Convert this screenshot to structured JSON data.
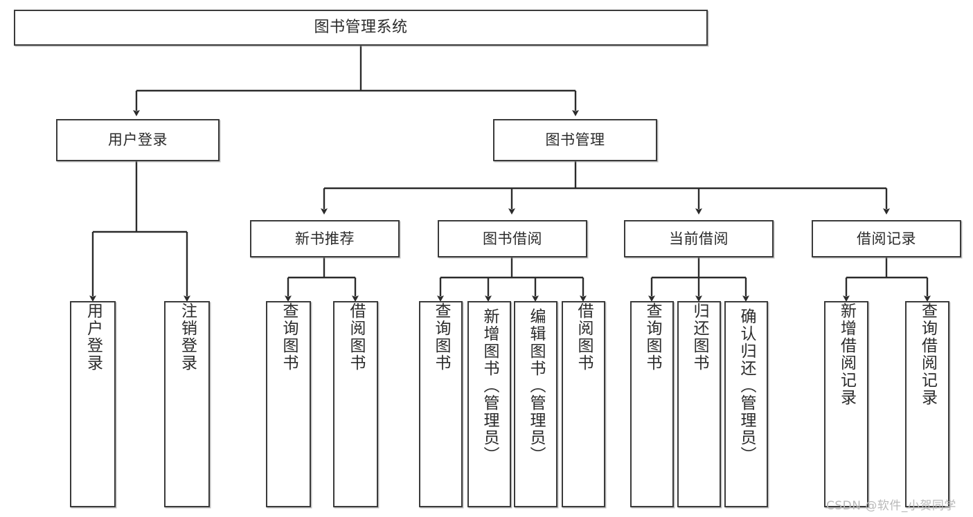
{
  "diagram": {
    "title": "图书管理系统",
    "type": "tree-hierarchy",
    "watermark": "CSDN @软件_小贺同学",
    "colors": {
      "box_border": "#3a3a3a",
      "box_fill": "#ffffff",
      "text": "#2b2b2b",
      "wire": "#2b2b2b",
      "watermark": "#b9b9b9",
      "background": "#ffffff"
    },
    "root": {
      "label": "图书管理系统"
    },
    "level2": [
      {
        "id": "user-login",
        "label": "用户登录"
      },
      {
        "id": "book-manage",
        "label": "图书管理"
      }
    ],
    "level3": [
      {
        "id": "new-book-recommend",
        "label": "新书推荐"
      },
      {
        "id": "book-borrow",
        "label": "图书借阅"
      },
      {
        "id": "current-borrow",
        "label": "当前借阅"
      },
      {
        "id": "borrow-record",
        "label": "借阅记录"
      }
    ],
    "leaves": {
      "user_login": [
        {
          "id": "leaf-user-login",
          "label": "用户登录"
        },
        {
          "id": "leaf-logout-login",
          "label": "注销登录"
        }
      ],
      "new_book_recommend": [
        {
          "id": "leaf-query-book-1",
          "label": "查询图书"
        },
        {
          "id": "leaf-borrow-book-1",
          "label": "借阅图书"
        }
      ],
      "book_borrow": [
        {
          "id": "leaf-query-book-2",
          "label": "查询图书"
        },
        {
          "id": "leaf-add-book",
          "label": "新增图书（管理员）"
        },
        {
          "id": "leaf-edit-book",
          "label": "编辑图书（管理员）"
        },
        {
          "id": "leaf-borrow-book-2",
          "label": "借阅图书"
        }
      ],
      "current_borrow": [
        {
          "id": "leaf-query-book-3",
          "label": "查询图书"
        },
        {
          "id": "leaf-return-book",
          "label": "归还图书"
        },
        {
          "id": "leaf-confirm-return",
          "label": "确认归还（管理员）"
        }
      ],
      "borrow_record": [
        {
          "id": "leaf-add-record",
          "label": "新增借阅记录"
        },
        {
          "id": "leaf-query-record",
          "label": "查询借阅记录"
        }
      ]
    }
  }
}
